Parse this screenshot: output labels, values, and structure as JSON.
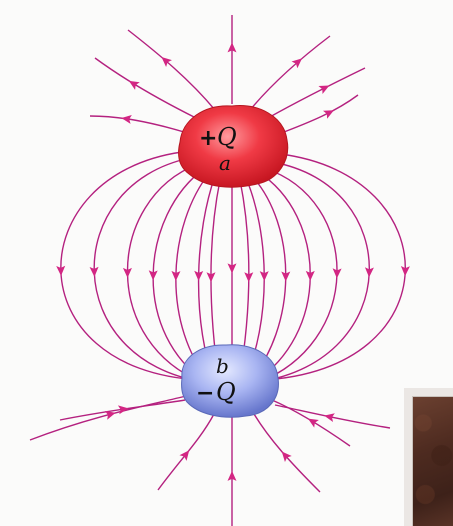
{
  "positive_charge": {
    "sign": "+",
    "symbol": "Q",
    "point_label": "a",
    "color": "#e8262e"
  },
  "negative_charge": {
    "sign": "−",
    "symbol": "Q",
    "point_label": "b",
    "color": "#6f7fd6"
  },
  "field_line_color": "#b4217f",
  "arrow_color": "#d32683",
  "background_color": "#fbfbfa"
}
